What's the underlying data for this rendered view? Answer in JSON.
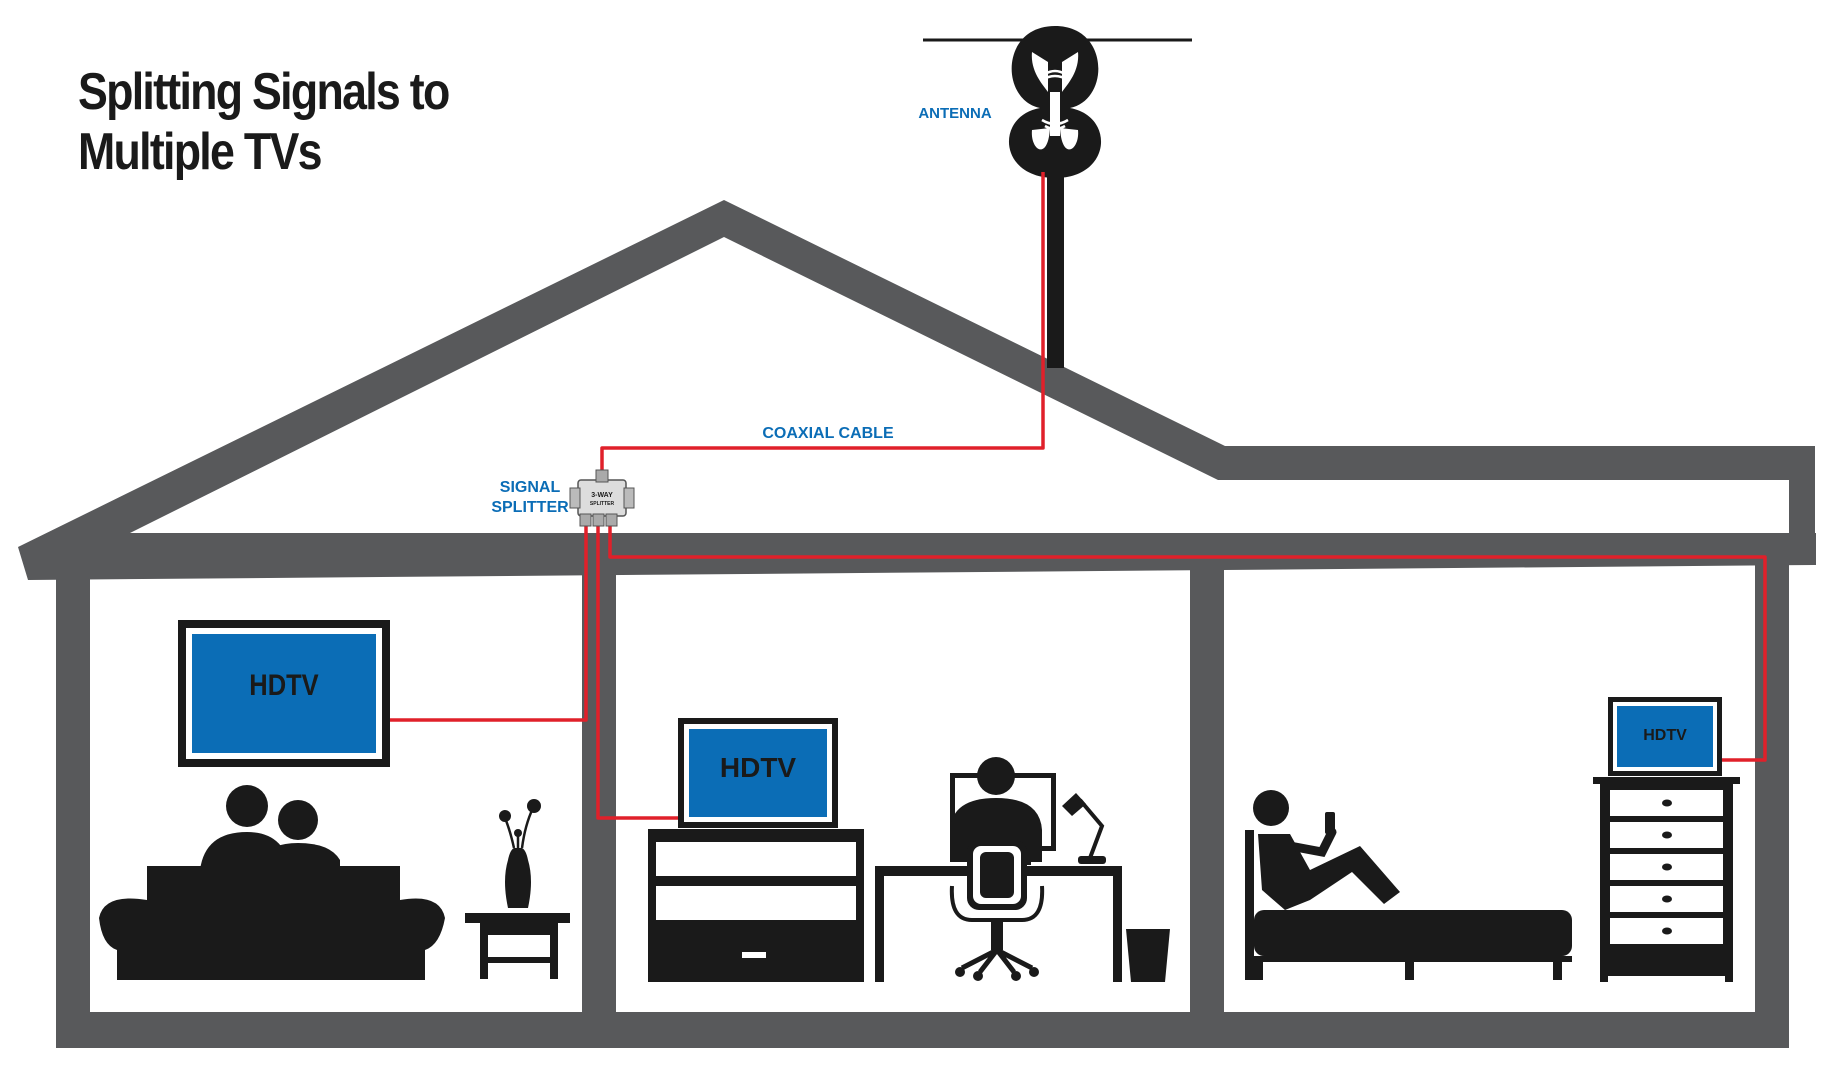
{
  "title": {
    "line1": "Splitting Signals to",
    "line2": "Multiple TVs"
  },
  "labels": {
    "antenna": "ANTENNA",
    "coaxial_cable": "COAXIAL CABLE",
    "splitter_line1": "SIGNAL",
    "splitter_line2": "SPLITTER",
    "splitter_tag_line1": "3-WAY",
    "splitter_tag_line2": "SPLITTER"
  },
  "tvs": {
    "living_room": "HDTV",
    "office": "HDTV",
    "bedroom": "HDTV"
  },
  "colors": {
    "house": "#58595b",
    "cable": "#e0202a",
    "screen": "#0b6db6",
    "label": "#0b6db6",
    "silhouette": "#1a1a1a"
  }
}
